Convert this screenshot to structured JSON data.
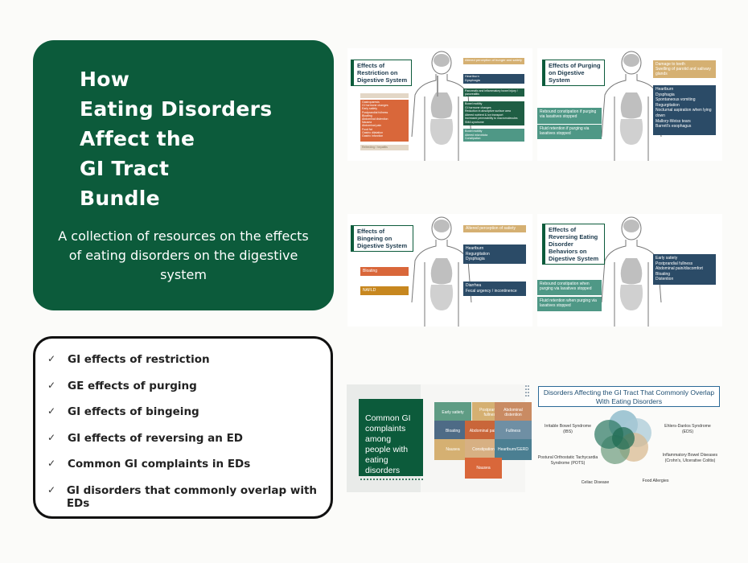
{
  "title_lines": [
    "How",
    "Eating Disorders",
    "Affect the",
    "GI Tract",
    "Bundle"
  ],
  "subtitle": "A collection of resources on the effects of eating disorders on the digestive system",
  "checklist": [
    "GI effects of restriction",
    "GE effects of purging",
    "GI effects of bingeing",
    "GI effects of reversing an ED",
    "Common GI complaints in EDs",
    "GI disorders that commonly overlap with EDs"
  ],
  "check_glyph": "✓",
  "previews": {
    "restriction": {
      "title": "Effects of Restriction on Digestive System",
      "tan_top": "Altered perception of hunger and satiety",
      "navy": "Heartburn\nDysphagia",
      "green_mid": "Pancreatic and inflammatory bowel injury / pancreatitis",
      "orange": "Gastroparesis\nGI hormone changes\nEarly satiety\nPostprandial fullness\nBloating\nAbdominal distention\nNausea\nAbdominal pain\nFood fat\nGastric dilatation\nGastric infarction",
      "green_low": "Bowel motility\nGI hormone changes\nReduction in absorptive surface area\nAltered nutrient & ion transport\nIncreased permeability to macromolecules\nSMA syndrome",
      "teal": "Bowel motility\nAltered microbiota\nConstipation",
      "tan_bottom": "Refeeding / hepatitis"
    },
    "purging": {
      "title": "Effects of Purging on Digestive System",
      "tan": "Damage to teeth\nSwelling of parotid and salivary glands",
      "navy": "Heartburn\nDysphagia\nSpontaneous vomiting\nRegurgitation\nNocturnal aspiration when lying down\nMallory-Weiss tears\nBarrett's esophagus",
      "teal_1": "Rebound constipation if purging via laxatives stopped",
      "teal_2": "Fluid retention if purging via laxatives stopped"
    },
    "bingeing": {
      "title": "Effects of Bingeing on Digestive System",
      "tan": "Altered perception of satiety",
      "navy": "Heartburn\nRegurgitation\nDysphagia",
      "orange": "Bloating",
      "amber": "NAFLD",
      "navy_low": "Diarrhea\nFecal urgency / incontinence"
    },
    "reversing": {
      "title": "Effects of Reversing Eating Disorder Behaviors on Digestive System",
      "navy": "Early satiety\nPostprandial fullness\nAbdominal pain/discomfort\nBloating\nDistention",
      "teal_1": "Rebound constipation when purging via laxatives stopped",
      "teal_2": "Fluid retention when purging via laxatives stopped"
    },
    "complaints": {
      "title": "Common GI complaints among people with eating disorders",
      "items": [
        "Early satiety",
        "Postprandial fullness",
        "Abdominal distention",
        "Bloating",
        "Abdominal pain",
        "Fullness",
        "Nausea",
        "Constipation",
        "Heartburn/GERD",
        "Nausea"
      ]
    },
    "overlap": {
      "title": "Disorders Affecting the GI Tract That Commonly Overlap With Eating Disorders",
      "labels": {
        "ibs": "Irritable Bowel Syndrome (IBS)",
        "eds": "Ehlers-Danlos Syndrome (EDS)",
        "ibd": "Inflammatory Bowel Diseases (Crohn's, Ulcerative Colitis)",
        "pots": "Postural Orthostatic Tachycardia Syndrome (POTS)",
        "celiac": "Celiac Disease",
        "allergies": "Food Allergies"
      }
    }
  },
  "colors": {
    "brand_green": "#0c5b3b",
    "navy": "#2b4b67",
    "tan": "#d5b072",
    "orange": "#d9673a",
    "teal": "#4f9886"
  }
}
